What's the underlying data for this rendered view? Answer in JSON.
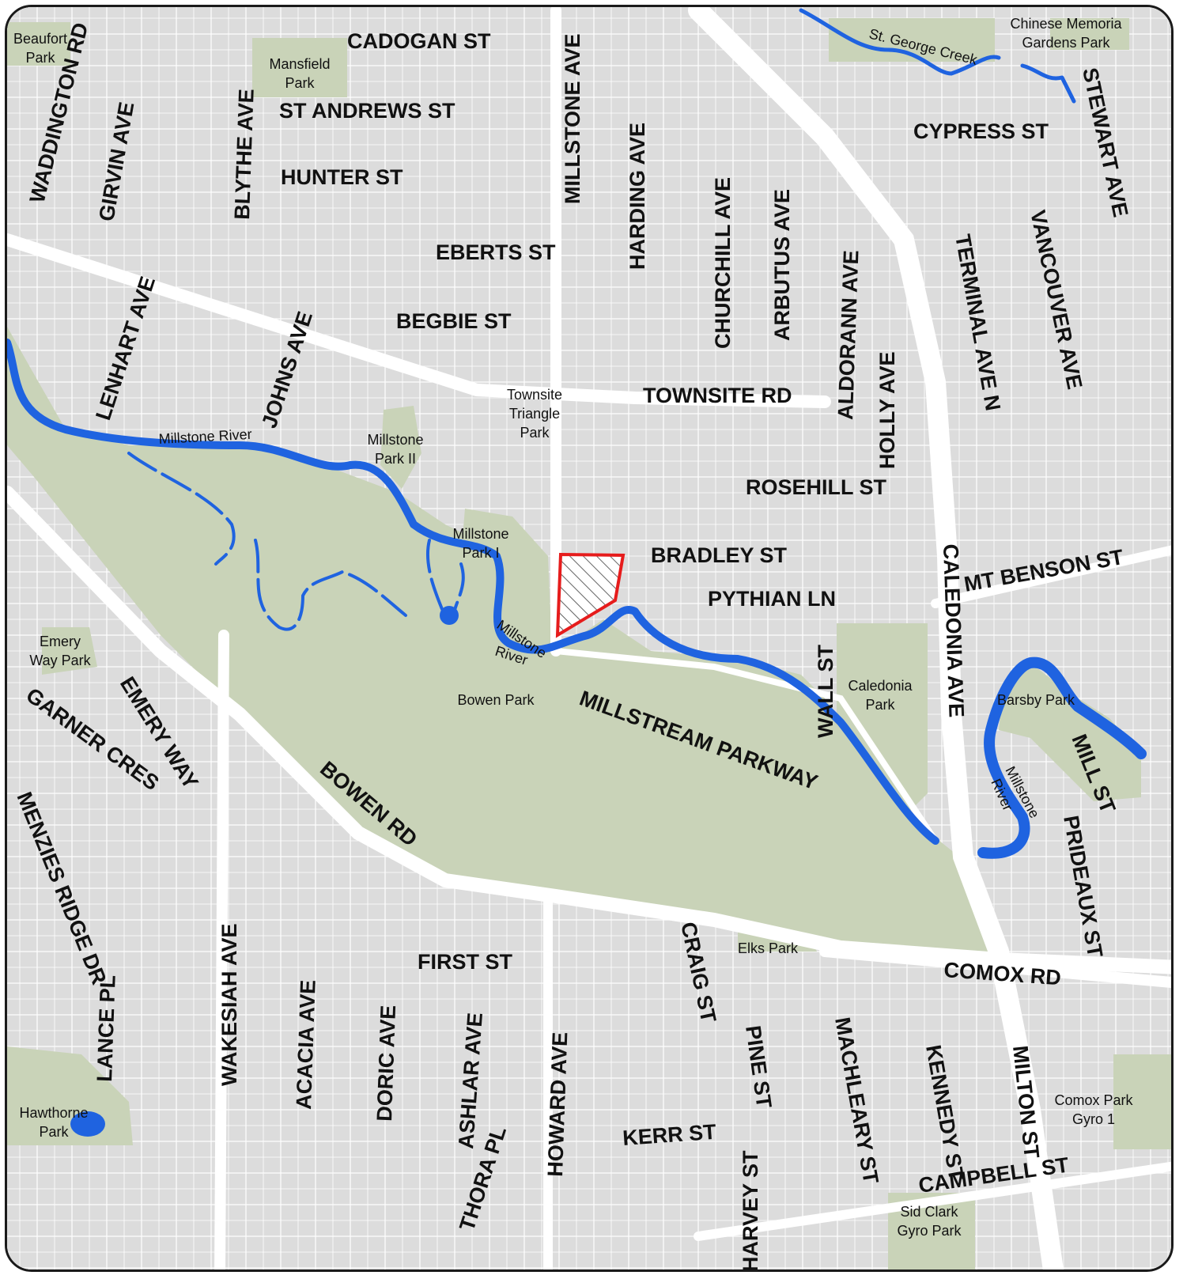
{
  "colors": {
    "background": "#dcdcdc",
    "road": "#ffffff",
    "block_outline": "#b8b8b8",
    "park": "#c9d3b8",
    "water": "#1f63e0",
    "subject_site": "#e61c1c",
    "frame": "#1a1a1a"
  },
  "streets": {
    "cadogan": "CADOGAN ST",
    "st_andrews": "ST ANDREWS ST",
    "hunter": "HUNTER ST",
    "eberts": "EBERTS ST",
    "begbie": "BEGBIE ST",
    "townsite": "TOWNSITE RD",
    "rosehill": "ROSEHILL ST",
    "bradley": "BRADLEY ST",
    "pythian": "PYTHIAN LN",
    "cypress": "CYPRESS ST",
    "mt_benson": "MT BENSON ST",
    "waddington": "WADDINGTON RD",
    "girvin": "GIRVIN AVE",
    "blythe": "BLYTHE AVE",
    "millstone_ave": "MILLSTONE AVE",
    "harding": "HARDING AVE",
    "churchill": "CHURCHILL AVE",
    "arbutus": "ARBUTUS AVE",
    "aldorann": "ALDORANN AVE",
    "holly": "HOLLY AVE",
    "terminal": "TERMINAL AVE N",
    "vancouver": "VANCOUVER AVE",
    "stewart": "STEWART AVE",
    "lenhart": "LENHART AVE",
    "johns": "JOHNS AVE",
    "caledonia": "CALEDONIA AVE",
    "wall": "WALL ST",
    "millstream": "MILLSTREAM PARKWAY",
    "mill": "MILL ST",
    "prideaux": "PRIDEAUX ST",
    "emery": "EMERY WAY",
    "garner": "GARNER CRES",
    "menzies": "MENZIES RIDGE DR",
    "bowen": "BOWEN RD",
    "wakesiah": "WAKESIAH AVE",
    "lance": "LANCE PL",
    "acacia": "ACACIA AVE",
    "doric": "DORIC AVE",
    "ashlar": "ASHLAR AVE",
    "first": "FIRST ST",
    "thora": "THORA PL",
    "howard": "HOWARD AVE",
    "craig": "CRAIG ST",
    "pine": "PINE ST",
    "harvey": "HARVEY ST",
    "kerr": "KERR ST",
    "machleary": "MACHLEARY ST",
    "kennedy": "KENNEDY ST",
    "milton": "MILTON ST",
    "comox": "COMOX RD",
    "campbell": "CAMPBELL ST"
  },
  "parks": {
    "beaufort": [
      "Beaufort",
      "Park"
    ],
    "mansfield": [
      "Mansfield",
      "Park"
    ],
    "chinese_memorial": [
      "Chinese Memoria",
      "Gardens Park"
    ],
    "townsite_triangle": [
      "Townsite",
      "Triangle",
      "Park"
    ],
    "millstone_ii": [
      "Millstone",
      "Park II"
    ],
    "millstone_i": [
      "Millstone",
      "Park I"
    ],
    "emery_way": [
      "Emery",
      "Way Park"
    ],
    "bowen": "Bowen Park",
    "caledonia": [
      "Caledonia",
      "Park"
    ],
    "barsby": "Barsby Park",
    "elks": "Elks Park",
    "hawthorne": [
      "Hawthorne",
      "Park"
    ],
    "comox_gyro": [
      "Comox Park",
      "Gyro 1"
    ],
    "sid_clark": [
      "Sid Clark",
      "Gyro Park"
    ]
  },
  "water": {
    "st_george_creek": "St. George Creek",
    "millstone_river_label": "Millstone River",
    "millstone_mill": "Millstone",
    "river_word": "River",
    "millstone_lower": "Millstone",
    "river_lower": "River"
  }
}
